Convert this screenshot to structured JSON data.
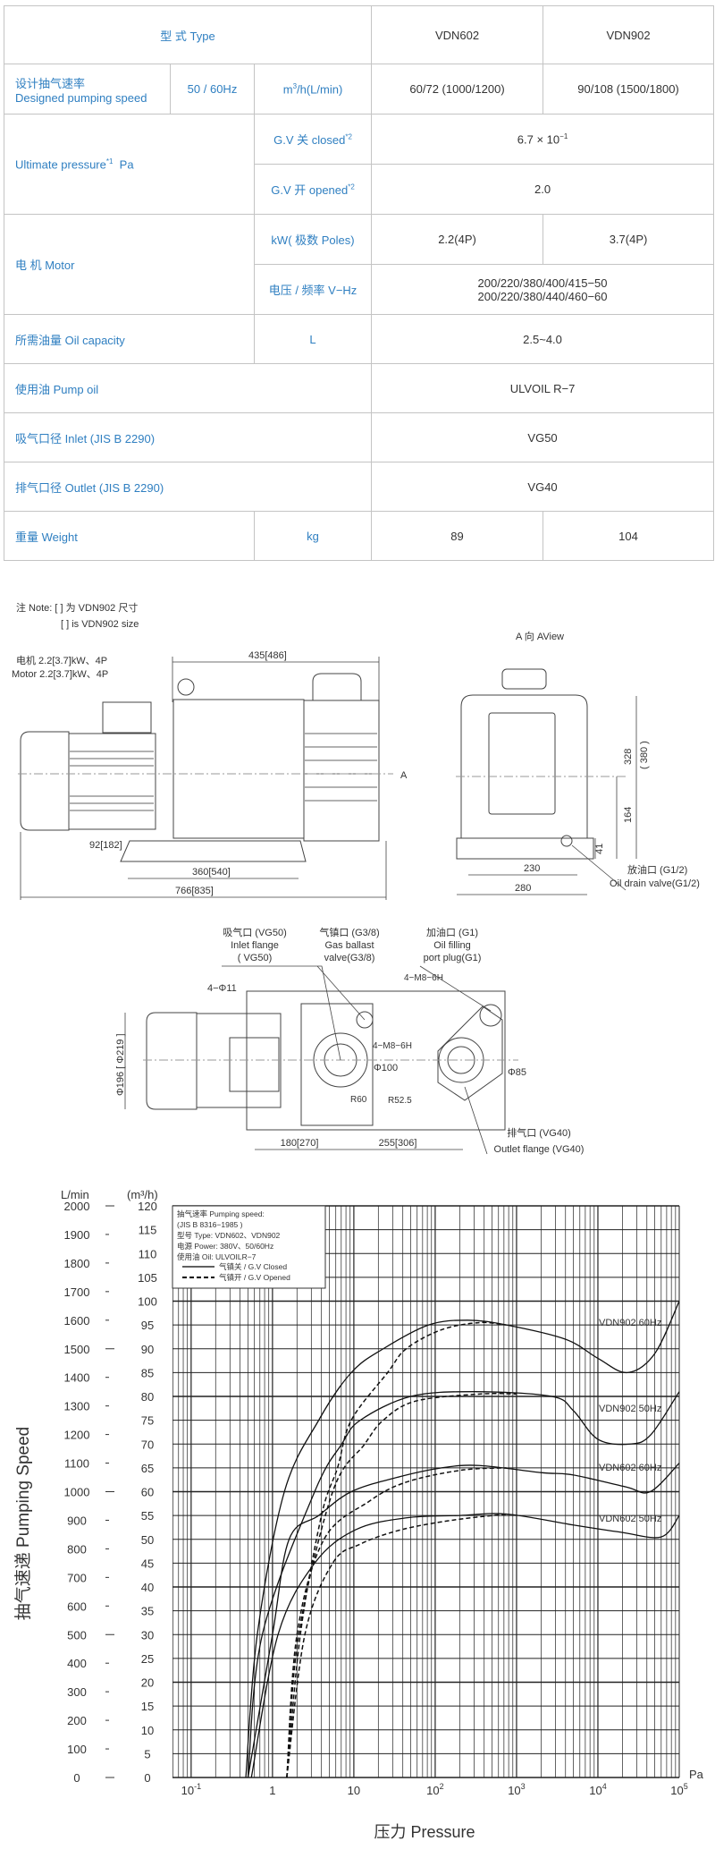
{
  "table": {
    "type_label": "型 式 Type",
    "models": [
      "VDN602",
      "VDN902"
    ],
    "speed": {
      "label_cn": "设计抽气速率",
      "label_en": "Designed pumping speed",
      "freq": "50 / 60Hz",
      "unit_pre": "m",
      "unit_sup": "3",
      "unit_post": "/h(L/min)",
      "values": [
        "60/72 (1000/1200)",
        "90/108 (1500/1800)"
      ]
    },
    "ultimate": {
      "label": "Ultimate pressure",
      "label_sup": "*1",
      "label_unit": "Pa",
      "closed_label": "G.V 关 closed",
      "closed_sup": "*2",
      "closed_value_base": "6.7 × 10",
      "closed_value_exp": "−1",
      "opened_label": "G.V 开 opened",
      "opened_sup": "*2",
      "opened_value": "2.0"
    },
    "motor": {
      "label": "电 机 Motor",
      "kw_label": "kW( 极数 Poles)",
      "kw_values": [
        "2.2(4P)",
        "3.7(4P)"
      ],
      "voltage_label": "电压 / 频率 V−Hz",
      "voltage_lines": [
        "200/220/380/400/415−50",
        "200/220/380/440/460−60"
      ]
    },
    "oil_capacity": {
      "label": "所需油量 Oil capacity",
      "unit": "L",
      "value": "2.5~4.0"
    },
    "pump_oil": {
      "label": "使用油 Pump oil",
      "value": "ULVOIL  R−7"
    },
    "inlet": {
      "label": "吸气口径 Inlet (JIS B 2290)",
      "value": "VG50"
    },
    "outlet": {
      "label": "排气口径 Outlet (JIS B 2290)",
      "value": "VG40"
    },
    "weight": {
      "label": "重量 Weight",
      "unit": "kg",
      "values": [
        "89",
        "104"
      ]
    }
  },
  "drawings": {
    "note_line1": "注 Note: [ ] 为 VDN902 尺寸",
    "note_line2": "[ ] is VDN902 size",
    "motor_cn": "电机 2.2[3.7]kW、4P",
    "motor_en": "Motor 2.2[3.7]kW、4P",
    "dim_435": "435[486]",
    "dim_92": "92[182]",
    "dim_360": "360[540]",
    "dim_766": "766[835]",
    "arrow_a": "A",
    "aview": "A 向 AView",
    "dim_328": "328",
    "dim_380": "( 380 )",
    "dim_164": "164",
    "dim_41": "41",
    "dim_230": "230",
    "dim_280": "280",
    "drain_cn": "放油口 (G1/2)",
    "drain_en": "Oil drain valve(G1/2)",
    "inlet_cn": "吸气口 (VG50)",
    "inlet_en1": "Inlet flange",
    "inlet_en2": "( VG50)",
    "ballast_cn": "气镇口 (G3/8)",
    "ballast_en1": "Gas ballast",
    "ballast_en2": "valve(G3/8)",
    "fill_cn": "加油口 (G1)",
    "fill_en1": "Oil filling",
    "fill_en2": "port plug(G1)",
    "m8_top": "4−M8−6H",
    "phi11": "4−Φ11",
    "m8_mid": "4−M8−6H",
    "phi100": "Φ100",
    "phi85": "Φ85",
    "r60": "R60",
    "r525": "R52.5",
    "dim_180": "180[270]",
    "dim_255": "255[306]",
    "phi196": "Φ196 [ Φ219 ]",
    "outlet_cn": "排气口 (VG40)",
    "outlet_en": "Outlet flange (VG40)"
  },
  "chart_data": {
    "type": "line",
    "xlabel": "压力 Pressure",
    "xunit": "Pa",
    "ylabel": "抽气速递 Pumping Speed",
    "ylabel_left_unit": "L/min",
    "ylabel_right_unit": "(m³/h)",
    "xscale": "log",
    "xlim": [
      0.059,
      100000
    ],
    "ylim": [
      0,
      120
    ],
    "x_ticks": [
      {
        "value": 0.1,
        "base": "10",
        "exp": "-1"
      },
      {
        "value": 1,
        "base": "1",
        "exp": ""
      },
      {
        "value": 10,
        "base": "10",
        "exp": ""
      },
      {
        "value": 100,
        "base": "10",
        "exp": "2"
      },
      {
        "value": 1000,
        "base": "10",
        "exp": "3"
      },
      {
        "value": 10000,
        "base": "10",
        "exp": "4"
      },
      {
        "value": 100000,
        "base": "10",
        "exp": "5"
      }
    ],
    "y_ticks_m3h": [
      "120",
      "115",
      "110",
      "105",
      "100",
      "95",
      "90",
      "85",
      "80",
      "75",
      "70",
      "65",
      "60",
      "55",
      "50",
      "45",
      "40",
      "35",
      "30",
      "25",
      "20",
      "15",
      "10",
      "5",
      "0"
    ],
    "y_ticks_lmin": [
      "2000",
      "1900",
      "1800",
      "1700",
      "1600",
      "1500",
      "1400",
      "1300",
      "1200",
      "1100",
      "1000",
      "900",
      "800",
      "700",
      "600",
      "500",
      "400",
      "300",
      "200",
      "100",
      "0"
    ],
    "grid": true,
    "legend": {
      "position": "top-left",
      "lines": [
        "抽气速率 Pumping speed:",
        "(JIS B 8316−1985 )",
        "型号 Type: VDN602、VDN902",
        "电源 Power: 380V、50/60Hz",
        "使用油 Oil: ULVOILR−7"
      ],
      "closed_label": "气镇关 / G.V Closed",
      "opened_label": "气镇开 / G.V Opened"
    },
    "series": [
      {
        "name": "VDN902 60Hz",
        "style": "closed",
        "points": [
          [
            0.47,
            0
          ],
          [
            0.65,
            30
          ],
          [
            1.4,
            60
          ],
          [
            3.7,
            75
          ],
          [
            9.3,
            85
          ],
          [
            23,
            90
          ],
          [
            83,
            95
          ],
          [
            250,
            96
          ],
          [
            750,
            95
          ],
          [
            4000,
            92
          ],
          [
            10000,
            88
          ],
          [
            23000,
            85
          ],
          [
            50000,
            89
          ],
          [
            100000,
            100
          ]
        ]
      },
      {
        "name": "VDN902 60Hz",
        "style": "opened",
        "points": [
          [
            1.5,
            0
          ],
          [
            2.2,
            30
          ],
          [
            4,
            55
          ],
          [
            6.3,
            65
          ],
          [
            9.3,
            75
          ],
          [
            26,
            85
          ],
          [
            44,
            90
          ],
          [
            120,
            94
          ],
          [
            350,
            95.5
          ],
          [
            750,
            95
          ]
        ]
      },
      {
        "name": "VDN902 50Hz",
        "style": "closed",
        "points": [
          [
            0.5,
            0
          ],
          [
            0.75,
            30
          ],
          [
            3.3,
            60
          ],
          [
            7.1,
            70
          ],
          [
            12,
            75
          ],
          [
            50,
            80
          ],
          [
            300,
            81
          ],
          [
            2700,
            80
          ],
          [
            5000,
            77
          ],
          [
            10000,
            71
          ],
          [
            25000,
            70
          ],
          [
            45000,
            72
          ],
          [
            100000,
            81
          ]
        ]
      },
      {
        "name": "VDN902 50Hz",
        "style": "opened",
        "points": [
          [
            1.5,
            0
          ],
          [
            2.1,
            30
          ],
          [
            5.5,
            60
          ],
          [
            13.6,
            70
          ],
          [
            23,
            75
          ],
          [
            57,
            79
          ],
          [
            350,
            80.5
          ],
          [
            1000,
            80.5
          ]
        ]
      },
      {
        "name": "VDN602 60Hz",
        "style": "closed",
        "points": [
          [
            0.5,
            0
          ],
          [
            1.0,
            30
          ],
          [
            1.6,
            50
          ],
          [
            3.7,
            55
          ],
          [
            9.3,
            60
          ],
          [
            34,
            63
          ],
          [
            120,
            65
          ],
          [
            350,
            65.5
          ],
          [
            2000,
            64
          ],
          [
            5000,
            63.5
          ],
          [
            22000,
            61
          ],
          [
            44000,
            60
          ],
          [
            100000,
            66
          ]
        ]
      },
      {
        "name": "VDN602 60Hz",
        "style": "opened",
        "points": [
          [
            1.5,
            0
          ],
          [
            2.0,
            30
          ],
          [
            4.3,
            50
          ],
          [
            15.5,
            58
          ],
          [
            44,
            62
          ],
          [
            207,
            64.5
          ],
          [
            750,
            65
          ]
        ]
      },
      {
        "name": "VDN602 50Hz",
        "style": "closed",
        "points": [
          [
            0.55,
            0
          ],
          [
            1.17,
            30
          ],
          [
            3.3,
            45
          ],
          [
            10.5,
            52
          ],
          [
            44,
            54.5
          ],
          [
            200,
            55
          ],
          [
            750,
            55.3
          ],
          [
            5000,
            53
          ],
          [
            19000,
            51.5
          ],
          [
            60000,
            50.5
          ],
          [
            100000,
            55
          ]
        ]
      },
      {
        "name": "VDN602 50Hz",
        "style": "opened",
        "points": [
          [
            1.5,
            0
          ],
          [
            2.5,
            30
          ],
          [
            5.5,
            45
          ],
          [
            12,
            49
          ],
          [
            38,
            52
          ],
          [
            160,
            54
          ],
          [
            750,
            55.3
          ]
        ]
      }
    ],
    "series_labels": [
      "VDN902  60Hz",
      "VDN902  50Hz",
      "VDN602  60Hz",
      "VDN602  50Hz"
    ]
  }
}
